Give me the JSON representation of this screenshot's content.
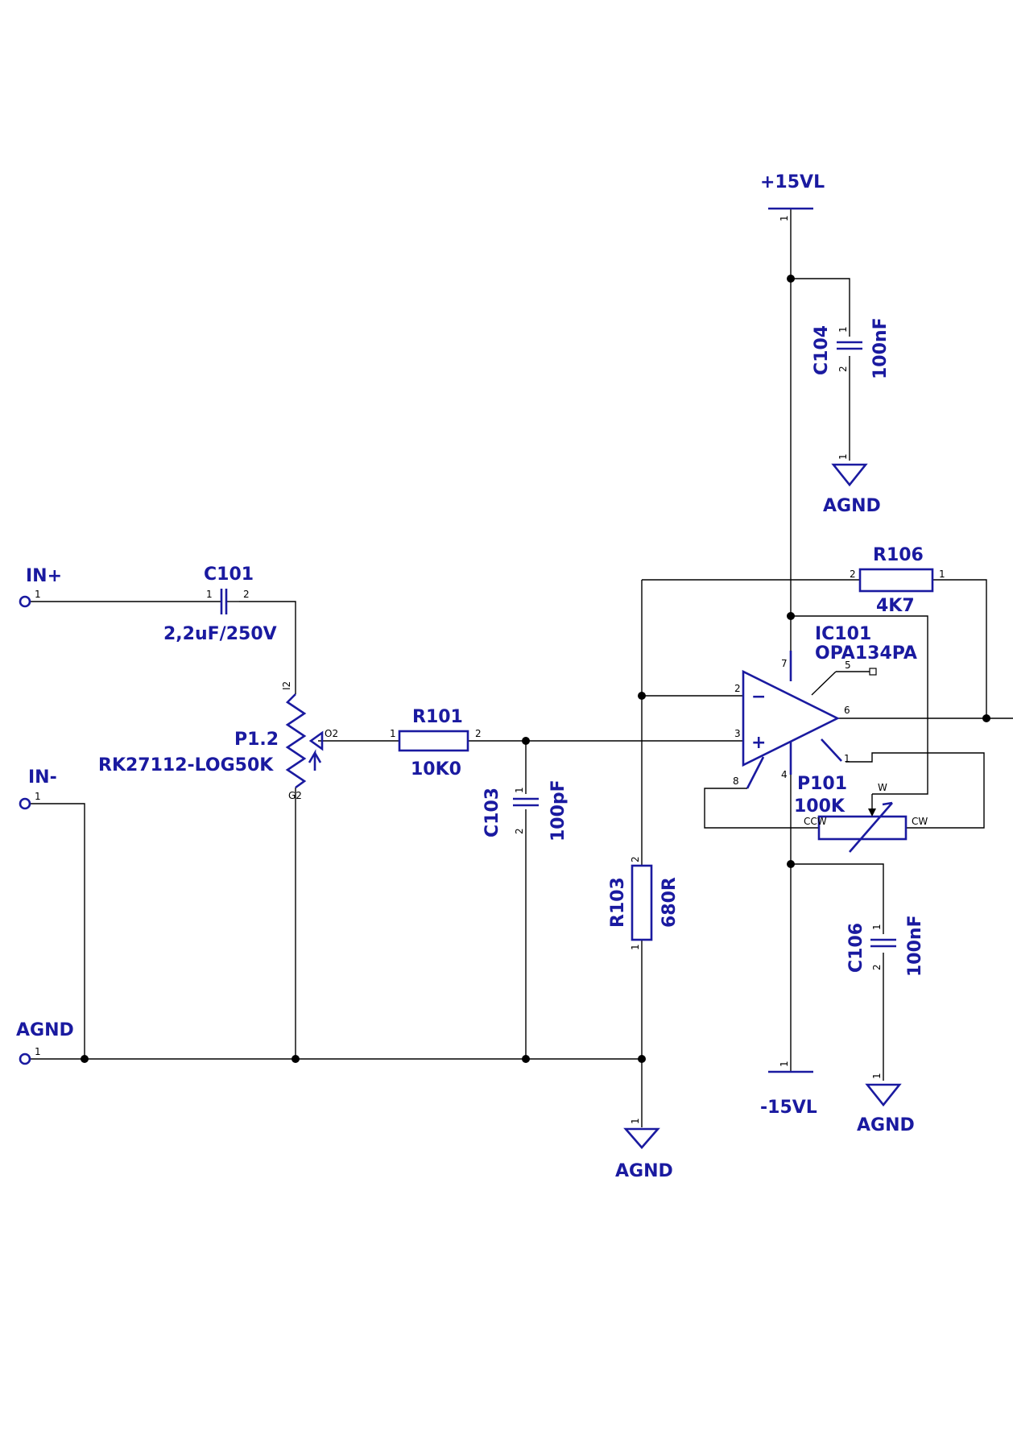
{
  "components": {
    "c101": {
      "ref": "C101",
      "value": "2,2uF/250V",
      "pin1": "1",
      "pin2": "2"
    },
    "p12": {
      "ref": "P1.2",
      "value": "RK27112-LOG50K",
      "pin_top": "I2",
      "pin_bottom": "G2",
      "pin_wiper": "O2"
    },
    "r101": {
      "ref": "R101",
      "value": "10K0",
      "pin1": "1",
      "pin2": "2"
    },
    "c103": {
      "ref": "C103",
      "value": "100pF",
      "pin1": "1",
      "pin2": "2"
    },
    "r103": {
      "ref": "R103",
      "value": "680R",
      "pin1": "1",
      "pin2": "2"
    },
    "c104": {
      "ref": "C104",
      "value": "100nF",
      "pin1": "1",
      "pin2": "2"
    },
    "c106": {
      "ref": "C106",
      "value": "100nF",
      "pin1": "1",
      "pin2": "2"
    },
    "r106": {
      "ref": "R106",
      "value": "4K7",
      "pin1": "1",
      "pin2": "2"
    },
    "ic101": {
      "ref": "IC101",
      "value": "OPA134PA",
      "minus": "−",
      "plus": "+",
      "pin1": "1",
      "pin2": "2",
      "pin3": "3",
      "pin4": "4",
      "pin5": "5",
      "pin6": "6",
      "pin7": "7",
      "pin8": "8"
    },
    "p101": {
      "ref": "P101",
      "value": "100K",
      "w": "W",
      "ccw": "CCW",
      "cw": "CW"
    }
  },
  "ports": {
    "in_plus": {
      "label": "IN+",
      "pin": "1"
    },
    "in_minus": {
      "label": "IN-",
      "pin": "1"
    },
    "agnd_in": {
      "label": "AGND",
      "pin": "1"
    },
    "vplus": {
      "label": "+15VL",
      "pin": "1"
    },
    "vminus": {
      "label": "-15VL",
      "pin": "1"
    },
    "agnd_c104": {
      "label": "AGND",
      "pin": "1"
    },
    "agnd_r103": {
      "label": "AGND",
      "pin": "1"
    },
    "agnd_c106": {
      "label": "AGND",
      "pin": "1"
    }
  },
  "colors": {
    "symbol": "#1a1aa0",
    "wire": "#000000",
    "background": "#ffffff"
  }
}
